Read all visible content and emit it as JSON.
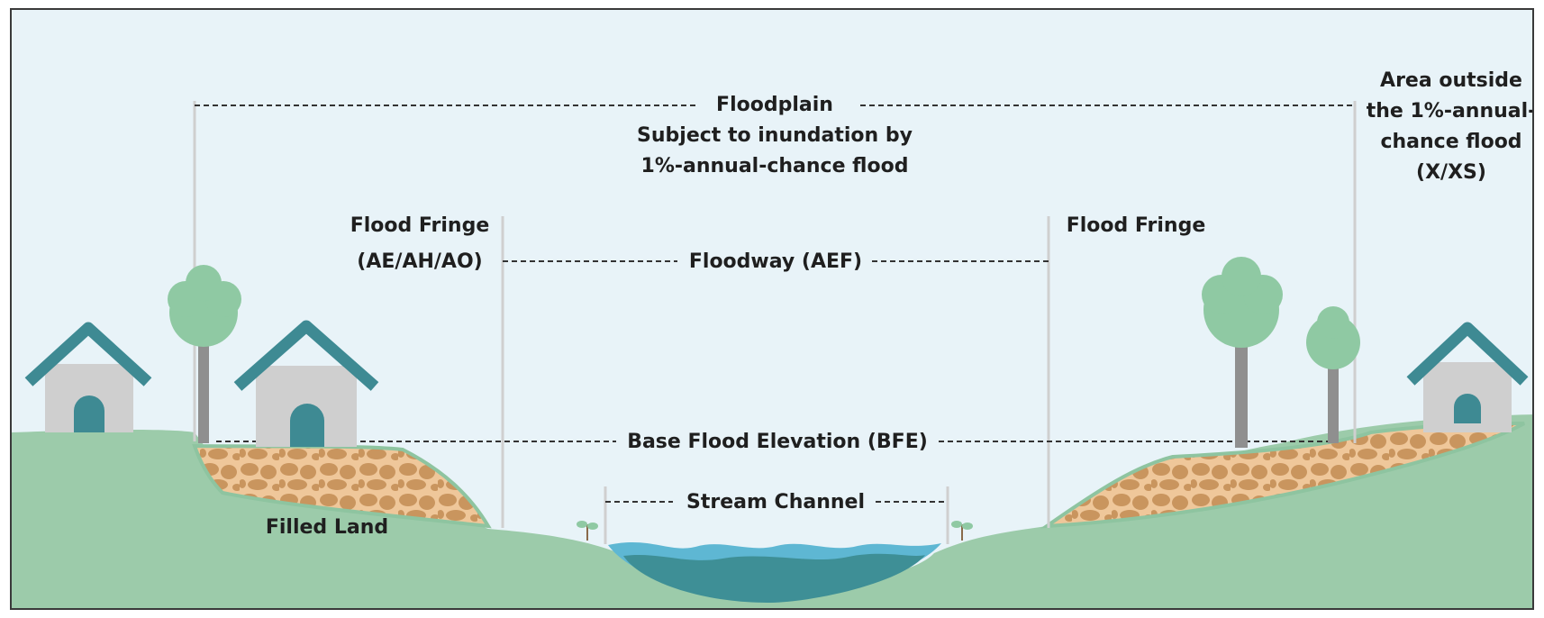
{
  "labels": {
    "floodplain": "Floodplain",
    "floodplain_desc_line1": "Subject to inundation by",
    "floodplain_desc_line2": "1%-annual-chance flood",
    "outside_line1": "Area outside",
    "outside_line2": "the 1%-annual-",
    "outside_line3": "chance flood",
    "outside_line4": "(X/XS)",
    "flood_fringe_left_line1": "Flood Fringe",
    "flood_fringe_left_line2": "(AE/AH/AO)",
    "flood_fringe_right": "Flood Fringe",
    "floodway": "Floodway (AEF)",
    "bfe": "Base Flood Elevation (BFE)",
    "stream_channel": "Stream Channel",
    "filled_land": "Filled Land"
  },
  "colors": {
    "sky": "#e8f3f8",
    "ground": "#9ccbaa",
    "ground_outline": "#8ec4a0",
    "fill_land": "#efc79a",
    "rock": "#c9955e",
    "water_light": "#5eb7d3",
    "water_dark": "#3e8f96",
    "house_wall": "#cfcfcf",
    "house_roof": "#3e8a93",
    "tree_canopy": "#8fc9a3",
    "trunk": "#8f8f8f",
    "guide_line": "#cfcfcf",
    "text": "#1f1f1f"
  }
}
